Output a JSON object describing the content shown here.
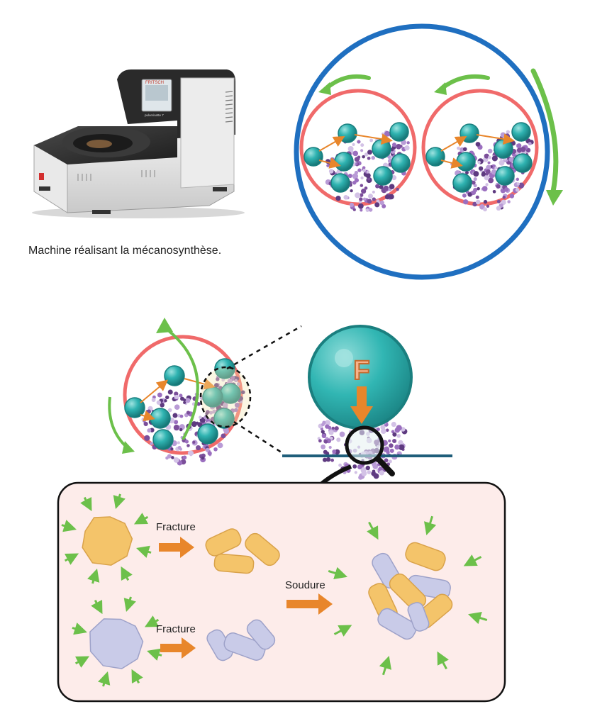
{
  "caption": "Machine réalisant la mécanosynthèse.",
  "machine_brand": "FRITSCH",
  "machine_model": "pulverisette 7",
  "force_label": "F",
  "process": {
    "fracture_top": "Fracture",
    "fracture_bottom": "Fracture",
    "weld": "Soudure"
  },
  "colors": {
    "outer_disc": "#1f6fc0",
    "jar": "#f06a6a",
    "ball": "#2aa9a8",
    "ball_dark": "#1a7f7f",
    "powder": "#7b4e9a",
    "rotation_arrow": "#6cc04a",
    "trajectory_arrow": "#e8862b",
    "panel_bg": "#fdecea",
    "particle_a": "#f4c46a",
    "particle_b": "#c9cbe8",
    "process_arrow": "#e8862b",
    "compress_arrow": "#6cc04a"
  }
}
